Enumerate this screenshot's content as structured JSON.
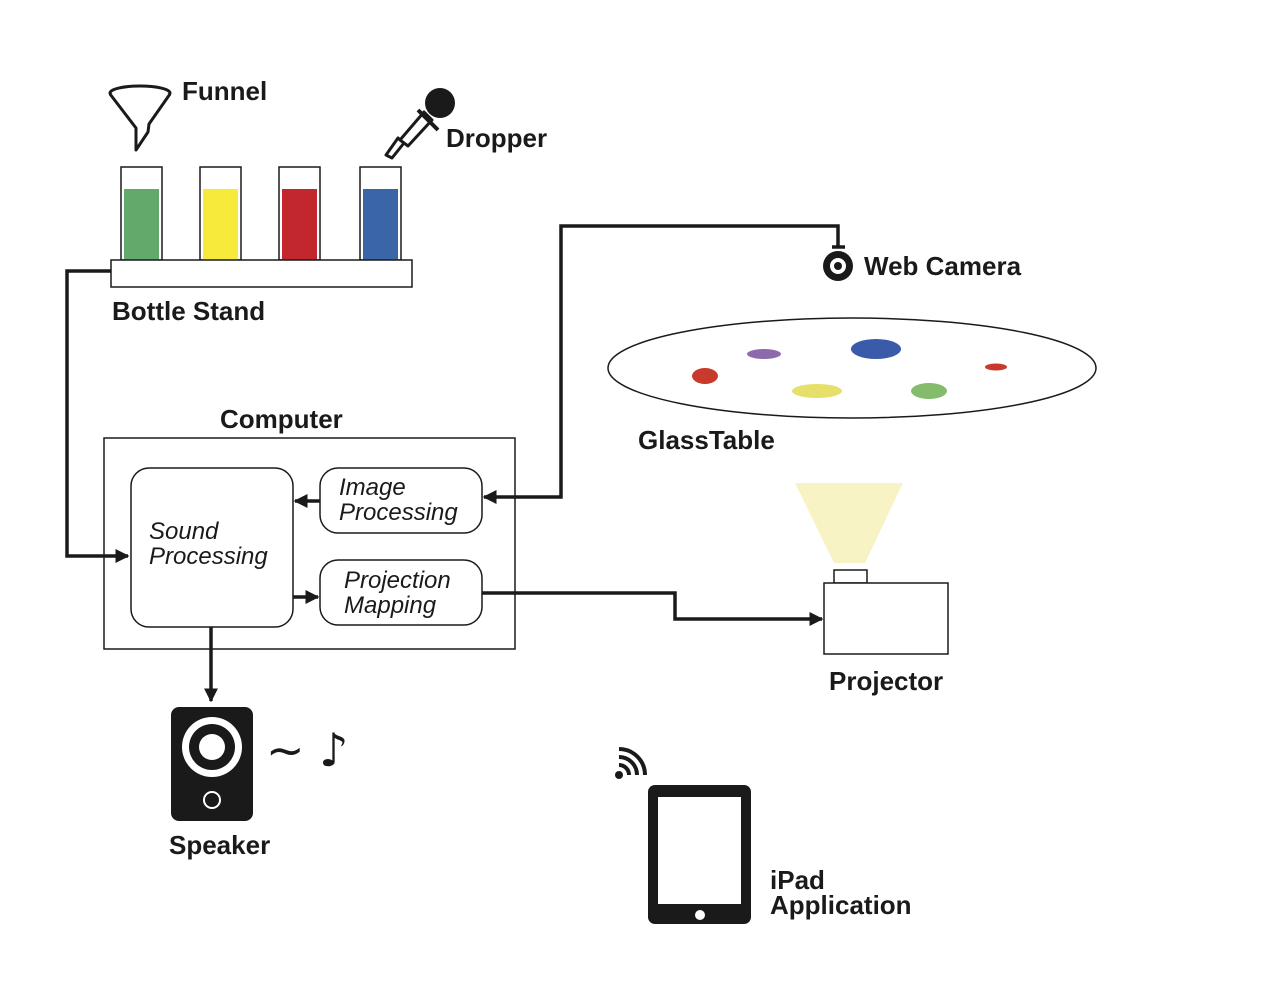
{
  "labels": {
    "funnel": "Funnel",
    "dropper": "Dropper",
    "bottle_stand": "Bottle Stand",
    "web_camera": "Web Camera",
    "glass_table": "GlassTable",
    "computer": "Computer",
    "image_processing": [
      "Image",
      "Processing"
    ],
    "sound_processing": [
      "Sound",
      "Processing"
    ],
    "projection_mapping": [
      "Projection",
      "Mapping"
    ],
    "projector": "Projector",
    "speaker": "Speaker",
    "sound_glyph": "~ ♪",
    "ipad_application": [
      "iPad",
      "Application"
    ]
  },
  "colors": {
    "bottle_green": "#63a96b",
    "bottle_yellow": "#f7ea3a",
    "bottle_red": "#c1272d",
    "bottle_blue": "#3a66a8",
    "spot_blue": "#3a5ba9",
    "spot_purple": "#8d6aac",
    "spot_red": "#c73a2c",
    "spot_yellow": "#e6e06a",
    "spot_green": "#84bb6d",
    "projector_beam": "#f8f3c4",
    "line": "#1a1a1a"
  }
}
